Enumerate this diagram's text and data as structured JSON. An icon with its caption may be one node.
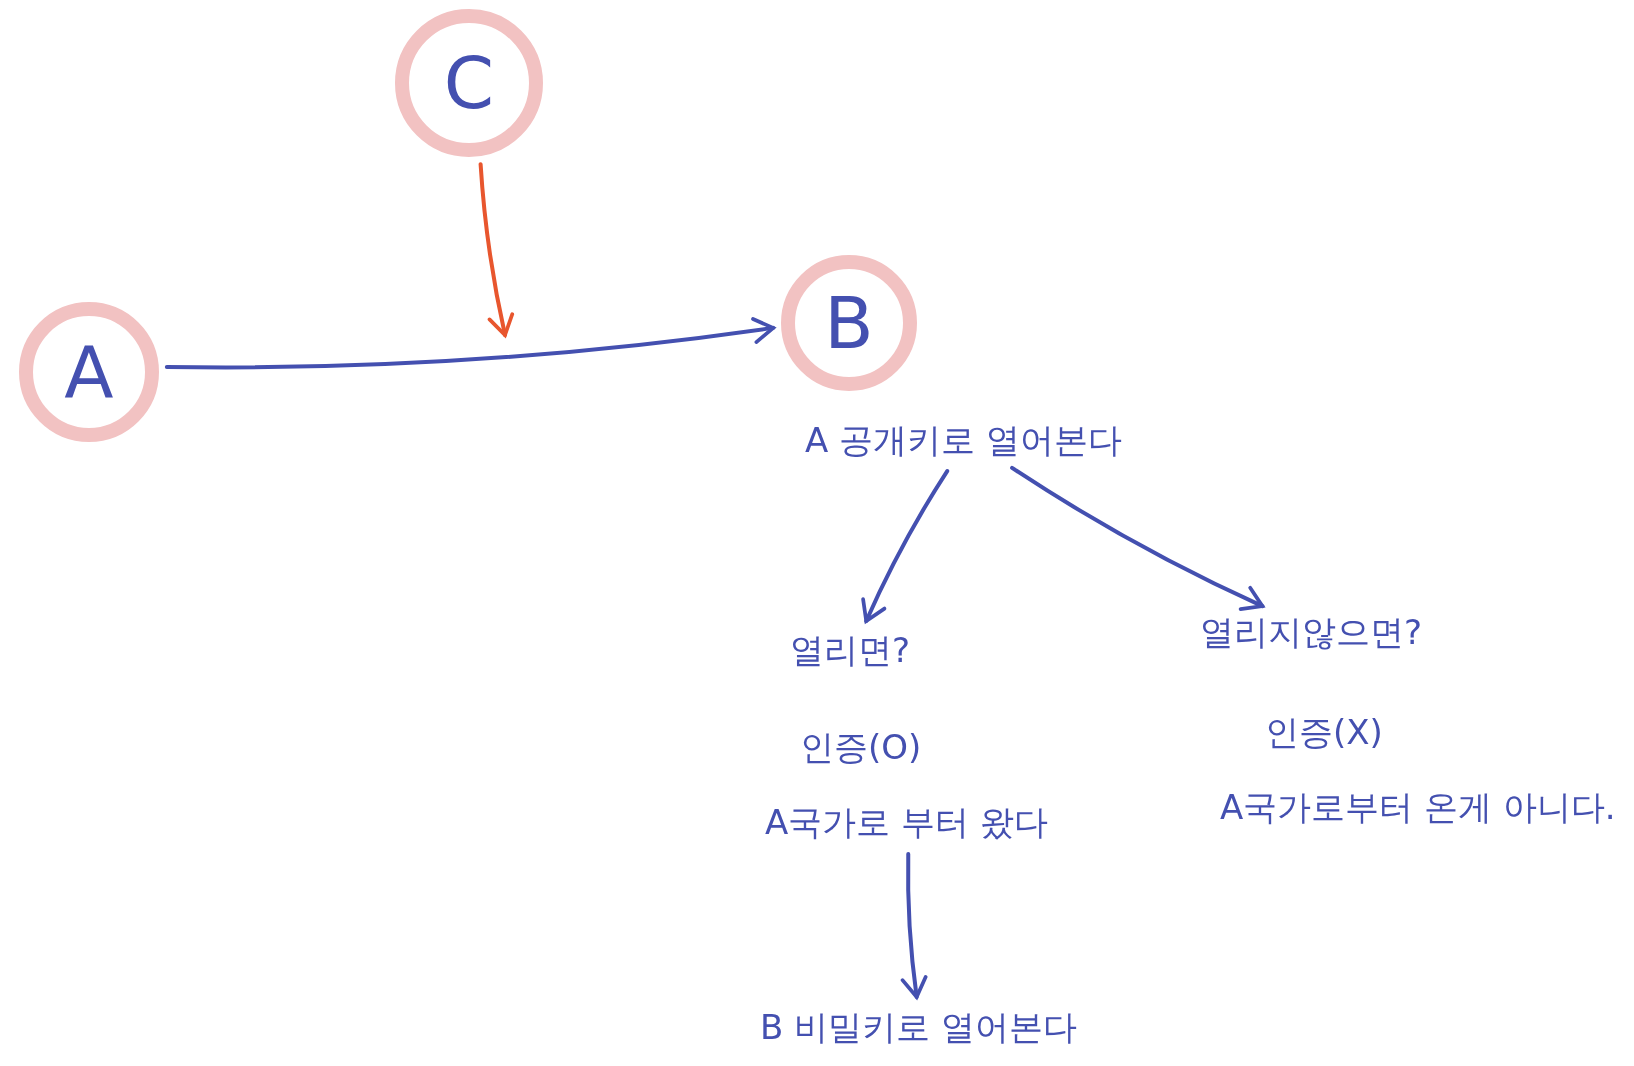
{
  "diagram": {
    "nodes": [
      {
        "text": [
          "A"
        ]
      },
      {
        "text": [
          "B"
        ]
      },
      {
        "text": [
          "C"
        ]
      },
      {
        "text": [
          "A 공개키로 열어본다"
        ]
      },
      {
        "text": [
          "열리면?"
        ]
      },
      {
        "text": [
          "열리지않으면?"
        ]
      },
      {
        "text": [
          "인증(O)"
        ]
      },
      {
        "text": [
          "A국가로 부터 왔다"
        ]
      },
      {
        "text": [
          "B 비밀키로 열어본다"
        ]
      },
      {
        "text": [
          "인증(X)"
        ]
      },
      {
        "text": [
          "A국가로부터 온게 아니다."
        ]
      }
    ],
    "edges": [
      {
        "from": 0,
        "to": 1,
        "arrow": "to"
      },
      {
        "from": 2,
        "to": null,
        "arrow": "to",
        "color": "#e8562e"
      },
      {
        "from": 3,
        "to": 4,
        "arrow": "to"
      },
      {
        "from": 3,
        "to": 5,
        "arrow": "to"
      },
      {
        "from": 7,
        "to": 8,
        "arrow": "to"
      }
    ]
  }
}
